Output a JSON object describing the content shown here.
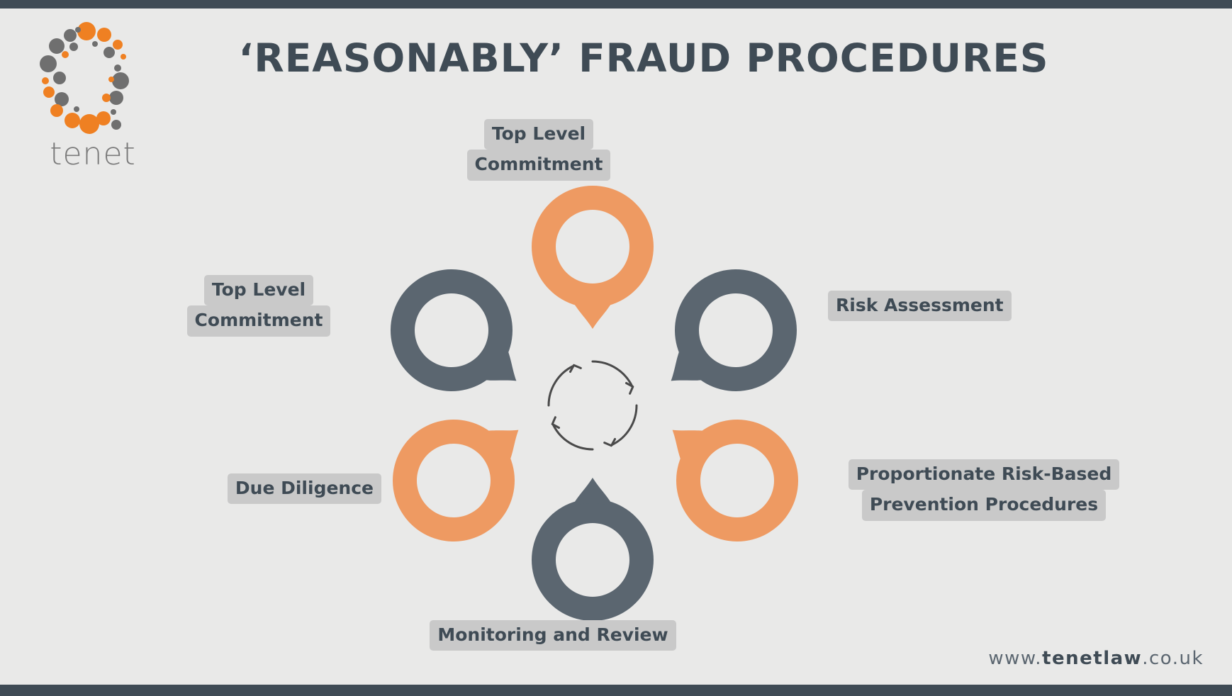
{
  "slide": {
    "title": "‘REASONABLY’ FRAUD PROCEDURES",
    "brand": {
      "wordmark": "tenet",
      "logo_icon": "tenet-dot-ring-logo"
    },
    "footer": {
      "prefix": "www.",
      "bold": "tenetlaw",
      "suffix": ".co.uk"
    },
    "colors": {
      "background": "#e9e9e8",
      "bar": "#3f4b55",
      "orange": "#ee9a62",
      "slate": "#5b6670",
      "text_dark": "#3f4b55",
      "label_highlight": "#c9c9c9"
    }
  },
  "diagram": {
    "type": "cycle",
    "center_icon": "circular-arrows-icon",
    "nodes": [
      {
        "id": "top",
        "position": "top",
        "color": "#ee9a62",
        "label_lines": [
          "Top Level",
          "Commitment"
        ]
      },
      {
        "id": "top-left",
        "position": "top-left",
        "color": "#5b6670",
        "label_lines": [
          "Top Level",
          "Commitment"
        ]
      },
      {
        "id": "top-right",
        "position": "top-right",
        "color": "#5b6670",
        "label_lines": [
          "Risk Assessment"
        ]
      },
      {
        "id": "bottom-left",
        "position": "bottom-left",
        "color": "#ee9a62",
        "label_lines": [
          "Due Diligence"
        ]
      },
      {
        "id": "bottom-right",
        "position": "bottom-right",
        "color": "#ee9a62",
        "label_lines": [
          "Proportionate Risk-Based",
          "Prevention Procedures"
        ]
      },
      {
        "id": "bottom",
        "position": "bottom",
        "color": "#5b6670",
        "label_lines": [
          "Monitoring and Review"
        ]
      }
    ]
  }
}
